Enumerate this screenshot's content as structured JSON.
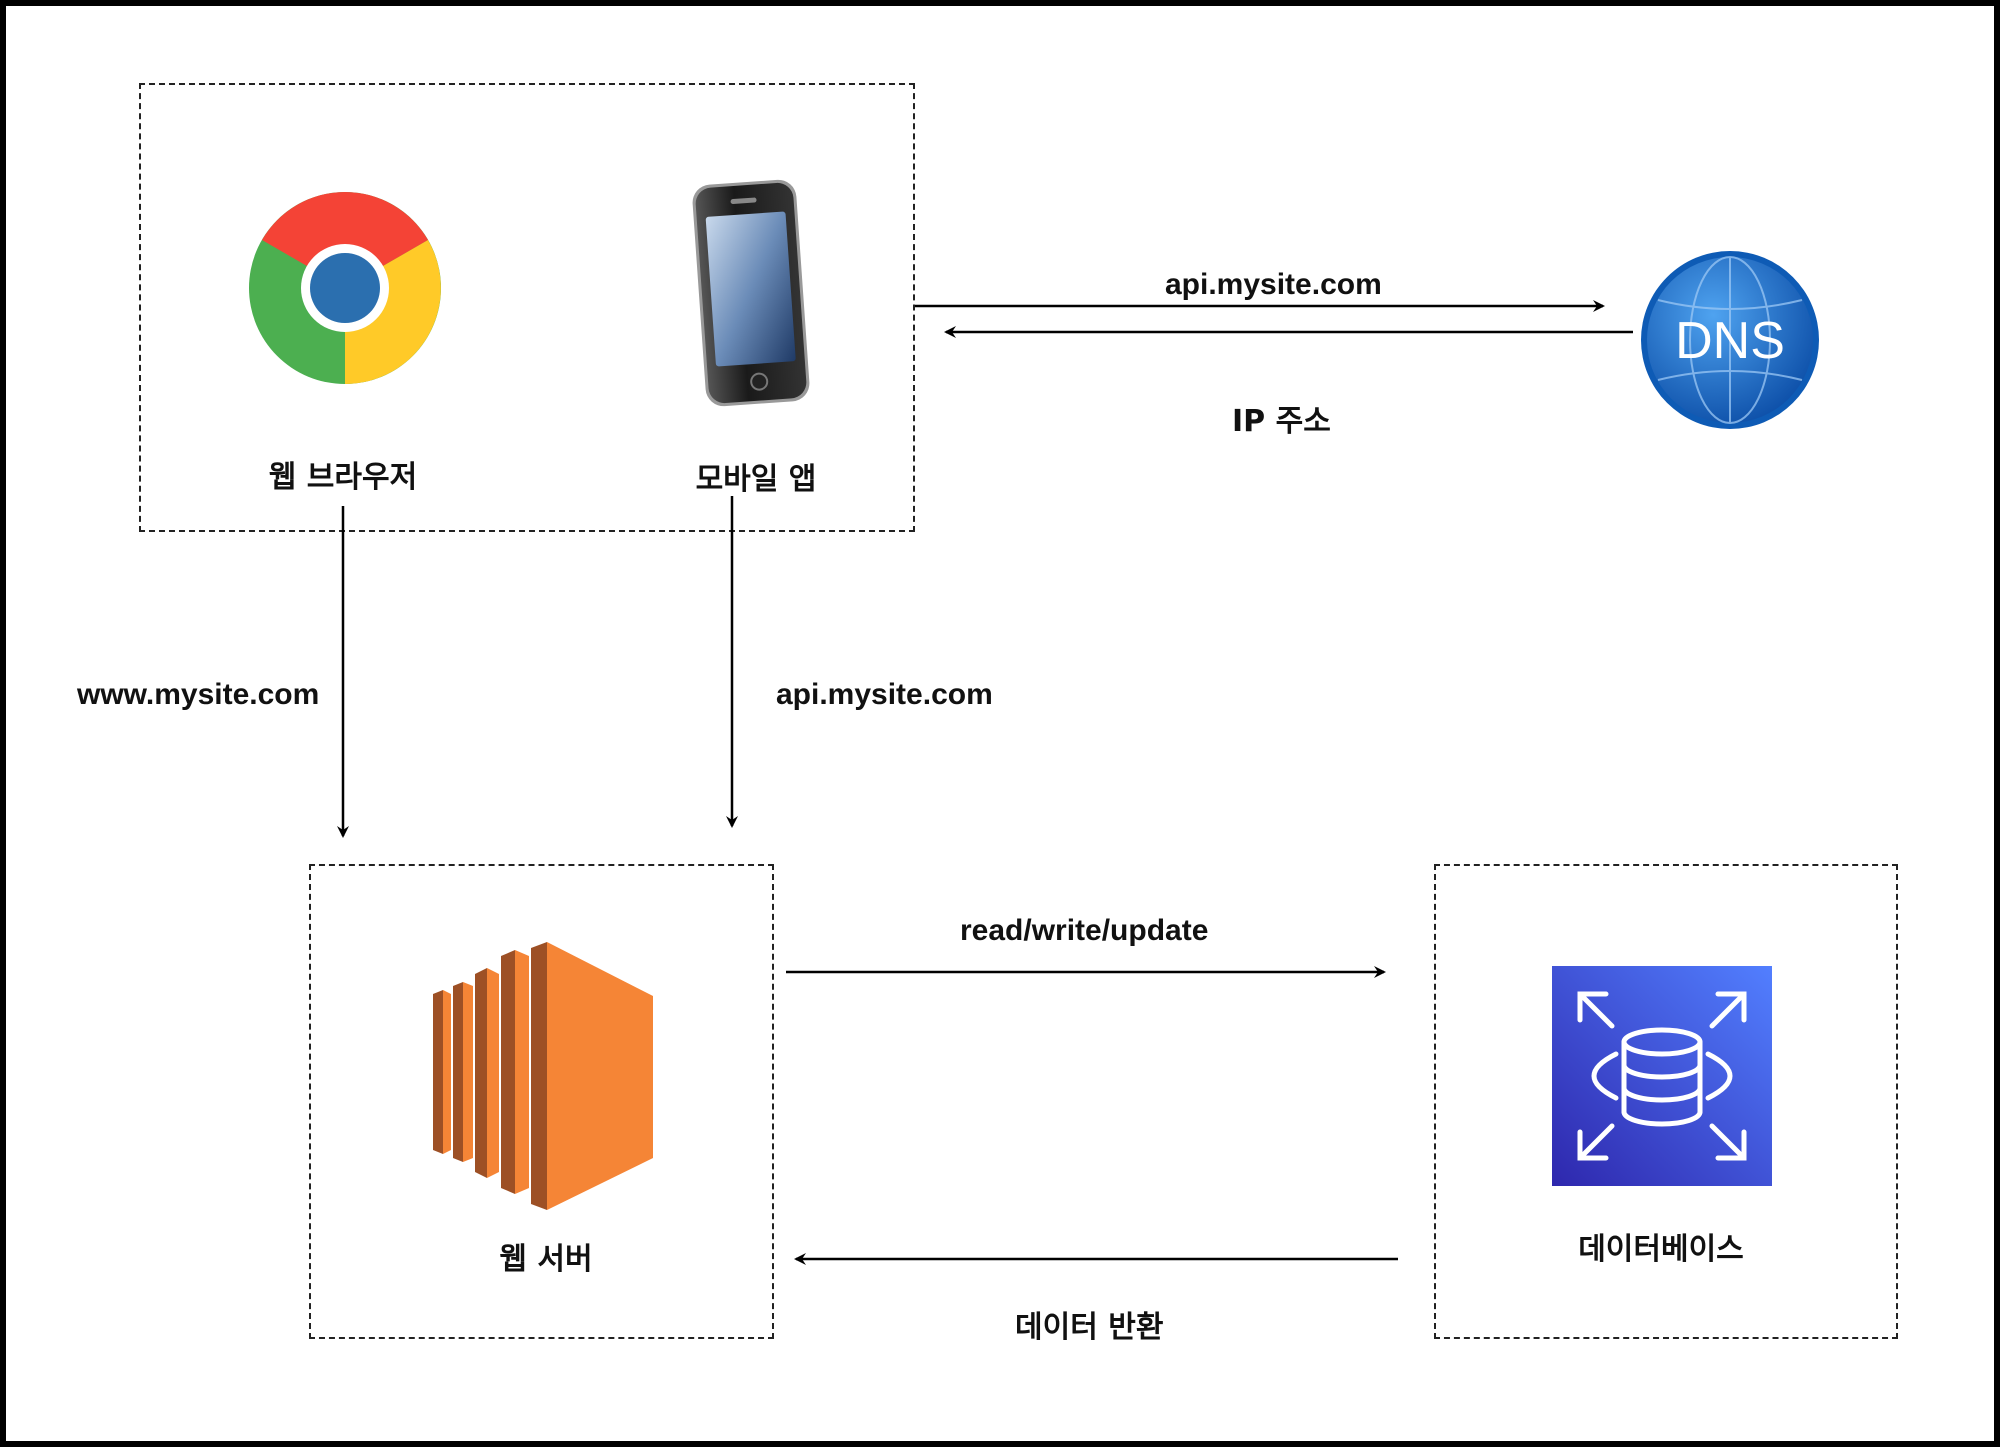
{
  "nodes": {
    "web_browser": {
      "label": "웹 브라우저",
      "icon": "chrome-browser-icon"
    },
    "mobile_app": {
      "label": "모바일 앱",
      "icon": "smartphone-icon"
    },
    "dns": {
      "label": "DNS",
      "icon": "dns-globe-icon"
    },
    "web_server": {
      "label": "웹 서버",
      "icon": "aws-ec2-server-icon"
    },
    "database": {
      "label": "데이터베이스",
      "icon": "aws-rds-database-icon"
    }
  },
  "edges": {
    "client_to_dns": "api.mysite.com",
    "dns_to_client": "IP 주소",
    "browser_to_server": "www.mysite.com",
    "mobile_to_server": "api.mysite.com",
    "server_to_db": "read/write/update",
    "db_to_server": "데이터 반환"
  },
  "colors": {
    "server_orange": "#F58536",
    "server_dark": "#9D5025",
    "db_blue": "#3B48CC",
    "dns_blue": "#1565C0"
  }
}
